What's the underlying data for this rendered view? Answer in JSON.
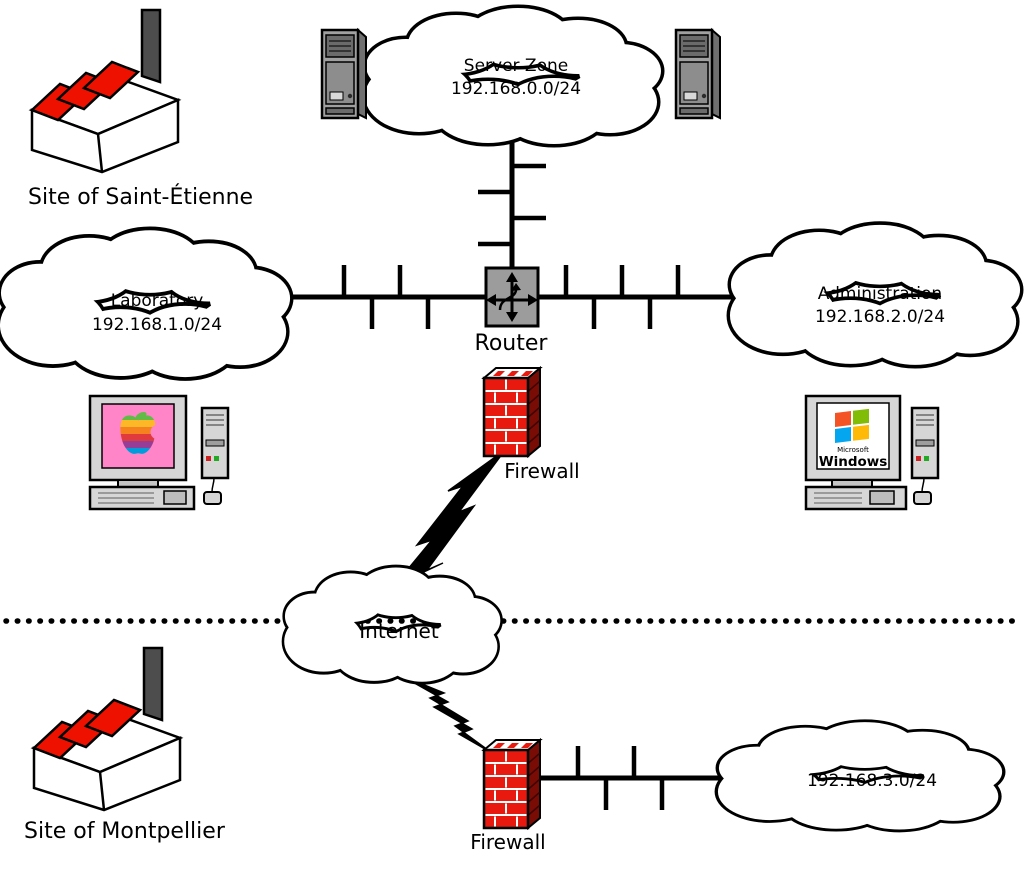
{
  "colors": {
    "factory_red": "#ee1100",
    "firewall_front": "#e8190f",
    "firewall_side": "#7a0c06",
    "router_gray": "#9c9c9c",
    "mac_screen_pink": "#ff85c8"
  },
  "sites": {
    "saint_etienne": {
      "label": "Site of Saint-Étienne"
    },
    "montpellier": {
      "label": "Site of Montpellier"
    }
  },
  "networks": {
    "server_zone": {
      "name": "Server Zone",
      "subnet": "192.168.0.0/24"
    },
    "laboratory": {
      "name": "Laboratory",
      "subnet": "192.168.1.0/24"
    },
    "administration": {
      "name": "Administration",
      "subnet": "192.168.2.0/24"
    },
    "montpellier_lan": {
      "subnet": "192.168.3.0/24"
    },
    "internet": {
      "name": "Internet"
    }
  },
  "devices": {
    "router": {
      "label": "Router"
    },
    "firewall_main": {
      "label": "Firewall"
    },
    "firewall_montpellier": {
      "label": "Firewall"
    },
    "windows_pc": {
      "brand_small": "Microsoft",
      "brand_large": "Windows"
    }
  }
}
